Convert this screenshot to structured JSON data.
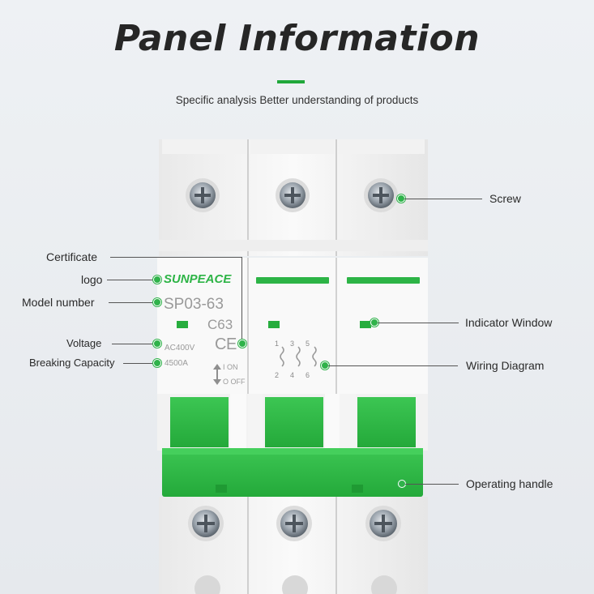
{
  "header": {
    "title": "Panel Information",
    "subtitle": "Specific analysis Better understanding of products"
  },
  "device": {
    "brand": "SUNPEACE",
    "model": "SP03-63",
    "curve_rating": "C63",
    "voltage": "AC400V",
    "breaking_capacity": "4500A",
    "on_label": "I ON",
    "off_label": "O OFF",
    "wiring_top": [
      "1",
      "3",
      "5"
    ],
    "wiring_bottom": [
      "2",
      "4",
      "6"
    ]
  },
  "labels": {
    "screw": "Screw",
    "certificate": "Certificate",
    "logo": "logo",
    "model_number": "Model number",
    "indicator_window": "Indicator Window",
    "voltage": "Voltage",
    "breaking_capacity": "Breaking Capacity",
    "wiring_diagram": "Wiring Diagram",
    "operating_handle": "Operating handle"
  },
  "colors": {
    "accent_green": "#20a73a",
    "handle_green": "#2fbf45",
    "body_white": "#f7f7f7"
  }
}
